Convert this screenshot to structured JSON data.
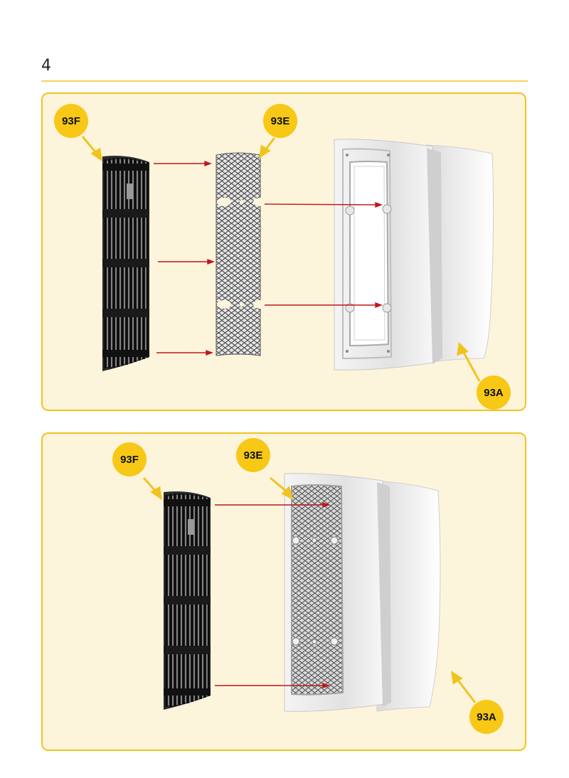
{
  "page": {
    "number": "4"
  },
  "step_1": {
    "callouts": {
      "grille": "93F",
      "mesh": "93E",
      "housing": "93A"
    }
  },
  "step_2": {
    "callouts": {
      "grille": "93F",
      "mesh": "93E",
      "housing": "93A"
    }
  },
  "colors": {
    "accent": "#f7c816",
    "panel_background": "#fdf4dc",
    "panel_border": "#f0c41e",
    "arrow": "#c0161c",
    "grille": "#111111",
    "housing": "#ececec"
  },
  "icons": [
    "grille-part-icon",
    "mesh-part-icon",
    "housing-part-icon",
    "arrow-icon"
  ]
}
